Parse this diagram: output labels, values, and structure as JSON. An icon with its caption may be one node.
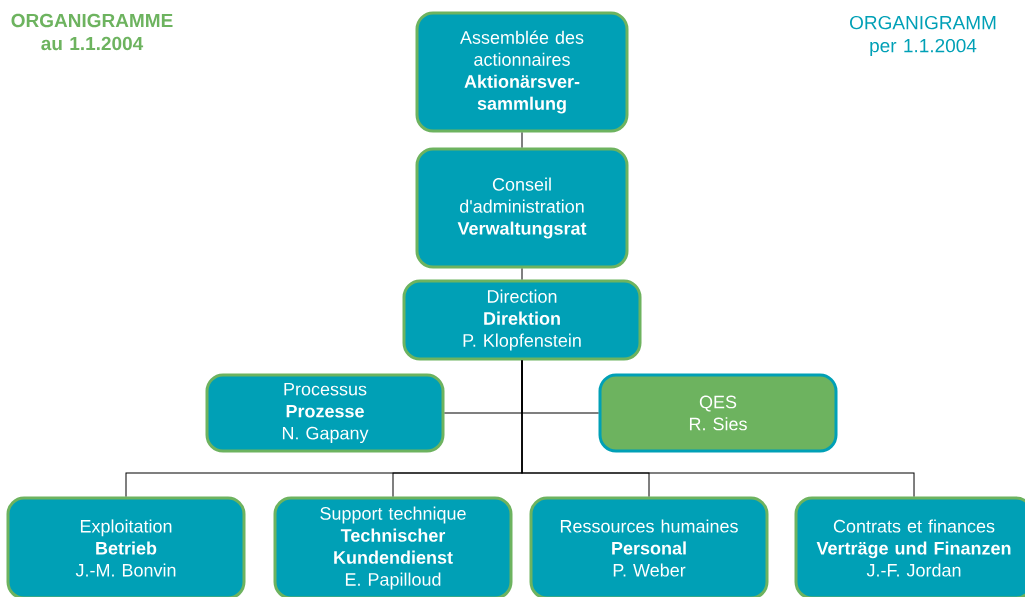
{
  "diagram": {
    "title": "ORGANIGRAMME au 1.1.2004",
    "nodes": [
      {
        "text": [
          "Assemblée des actionnaires",
          "Aktionärsver- sammlung"
        ]
      },
      {
        "text": [
          "Conseil d'administration",
          "Verwaltungsrat"
        ]
      },
      {
        "text": [
          "Direction",
          "Direktion",
          "P. Klopfenstein"
        ]
      },
      {
        "text": [
          "Processus",
          "Prozesse",
          "N. Gapany"
        ]
      },
      {
        "text": [
          "QES",
          "R. Sies"
        ]
      },
      {
        "text": [
          "Exploitation",
          "Betrieb",
          "J.-M. Bonvin"
        ]
      },
      {
        "text": [
          "Support technique",
          "Technischer Kundendienst",
          "E. Papilloud"
        ]
      },
      {
        "text": [
          "Ressources humaines",
          "Personal",
          "P. Weber"
        ]
      },
      {
        "text": [
          "Contrats et finances",
          "Verträge und Finanzen",
          "J.-F. Jordan"
        ]
      }
    ],
    "edges": [
      {
        "from": 0,
        "to": 1,
        "arrow": "none"
      },
      {
        "from": 1,
        "to": 2,
        "arrow": "none"
      },
      {
        "from": 2,
        "to": 3,
        "arrow": "none"
      },
      {
        "from": 2,
        "to": 4,
        "arrow": "none"
      },
      {
        "from": 2,
        "to": 5,
        "arrow": "none"
      },
      {
        "from": 2,
        "to": 6,
        "arrow": "none"
      },
      {
        "from": 2,
        "to": 7,
        "arrow": "none"
      },
      {
        "from": 2,
        "to": 8,
        "arrow": "none"
      }
    ],
    "labels": [
      "ORGANIGRAMM per 1.1.2004"
    ]
  }
}
